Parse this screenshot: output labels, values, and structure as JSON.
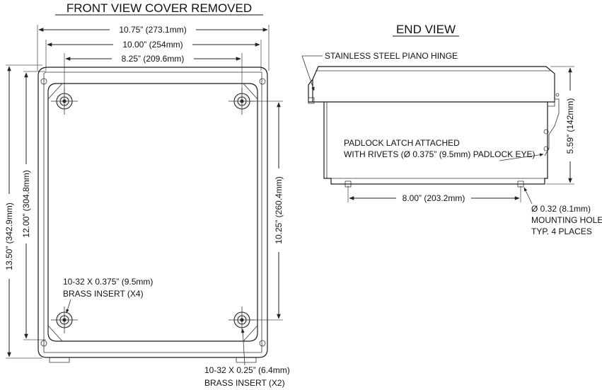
{
  "titles": {
    "front": "FRONT VIEW COVER REMOVED",
    "end": "END VIEW"
  },
  "front_view": {
    "dim_overall_width": "10.75” (273.1mm)",
    "dim_inner_width": "10.00” (254mm)",
    "dim_hole_spacing_width": "8.25” (209.6mm)",
    "dim_overall_height": "13.50” (342.9mm)",
    "dim_inner_height": "12.00” (304.8mm)",
    "dim_hole_spacing_height": "10.25” (260.4mm)",
    "insert_x4_line1": "10-32 X 0.375” (9.5mm)",
    "insert_x4_line2": "BRASS INSERT (X4)",
    "insert_x2_line1": "10-32 X 0.25” (6.4mm)",
    "insert_x2_line2": "BRASS INSERT (X2)"
  },
  "end_view": {
    "hinge_label": "STAINLESS STEEL PIANO HINGE",
    "latch_line1": "PADLOCK LATCH ATTACHED",
    "latch_line2": "WITH RIVETS (Ø 0.375” (9.5mm) PADLOCK EYE)",
    "dim_height": "5.59” (142mm)",
    "dim_foot_spacing": "8.00” (203.2mm)",
    "hole_line1": "Ø 0.32 (8.1mm)",
    "hole_line2": "MOUNTING HOLE",
    "hole_line3": "TYP. 4 PLACES"
  }
}
